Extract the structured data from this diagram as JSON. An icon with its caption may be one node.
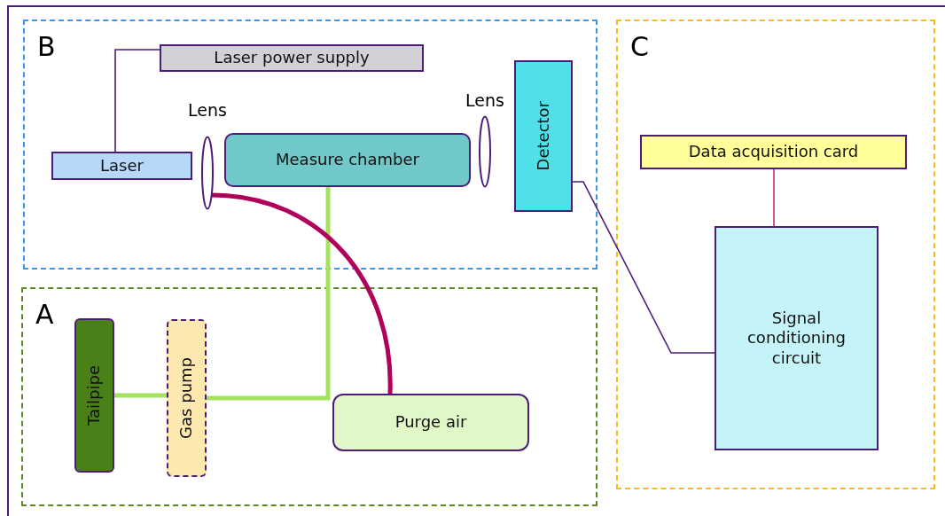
{
  "diagram": {
    "nodes": [
      {
        "text": [
          "B"
        ]
      },
      {
        "text": [
          "Laser power supply"
        ],
        "in": 0
      },
      {
        "text": [
          "Laser"
        ],
        "in": 0
      },
      {
        "text": [
          "Lens"
        ],
        "in": 0
      },
      {
        "text": [
          "Measure chamber"
        ],
        "in": 0
      },
      {
        "text": [
          "Lens"
        ],
        "in": 0
      },
      {
        "text": [
          "Detector"
        ],
        "in": 0
      },
      {
        "text": [
          "A"
        ]
      },
      {
        "text": [
          "Tailpipe"
        ],
        "in": 7
      },
      {
        "text": [
          "Gas pump"
        ],
        "in": 7
      },
      {
        "text": [
          "Purge air"
        ],
        "in": 7
      },
      {
        "text": [
          "C"
        ]
      },
      {
        "text": [
          "Data acquisition card"
        ],
        "in": 11
      },
      {
        "text": [
          "Signal conditioning circuit"
        ],
        "in": 11
      }
    ],
    "edges": [
      {
        "from": 1,
        "to": 2,
        "arrow": "none"
      },
      {
        "from": 8,
        "to": 9,
        "arrow": "none",
        "style": "thick",
        "color": "#a3e35c"
      },
      {
        "from": 9,
        "to": 4,
        "arrow": "none",
        "style": "thick",
        "color": "#a3e35c"
      },
      {
        "from": 3,
        "to": 10,
        "arrow": "none",
        "style": "thick",
        "color": "#b0005a"
      },
      {
        "from": 6,
        "to": 13,
        "arrow": "none"
      },
      {
        "from": 12,
        "to": 13,
        "arrow": "none",
        "color": "#c0306e"
      }
    ]
  }
}
